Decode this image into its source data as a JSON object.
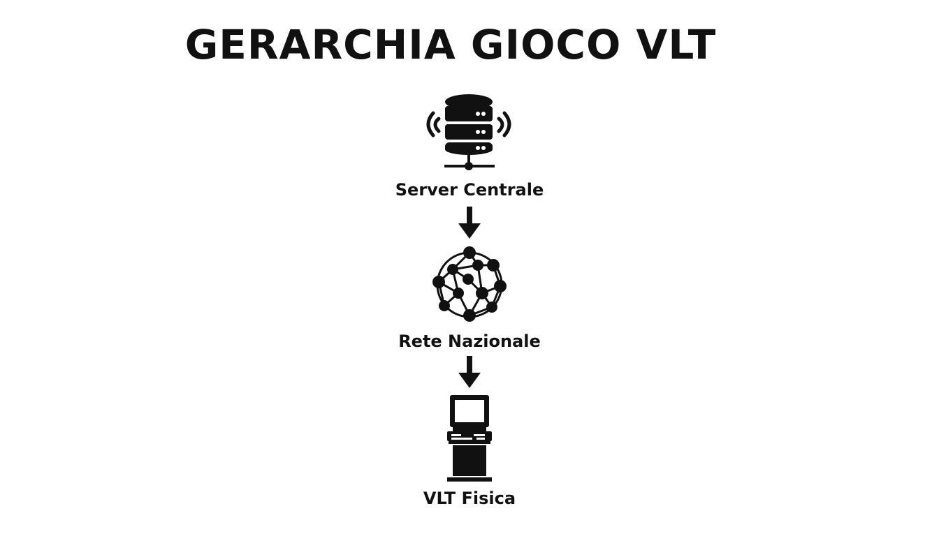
{
  "diagram": {
    "title": "GERARCHIA GIOCO VLT",
    "nodes": [
      {
        "label": "Server Centrale",
        "icon": "database-server-icon"
      },
      {
        "label": "Rete Nazionale",
        "icon": "network-globe-icon"
      },
      {
        "label": "VLT Fisica",
        "icon": "vlt-terminal-icon"
      }
    ],
    "edges": [
      {
        "from": "Server Centrale",
        "to": "Rete Nazionale"
      },
      {
        "from": "Rete Nazionale",
        "to": "VLT Fisica"
      }
    ]
  }
}
